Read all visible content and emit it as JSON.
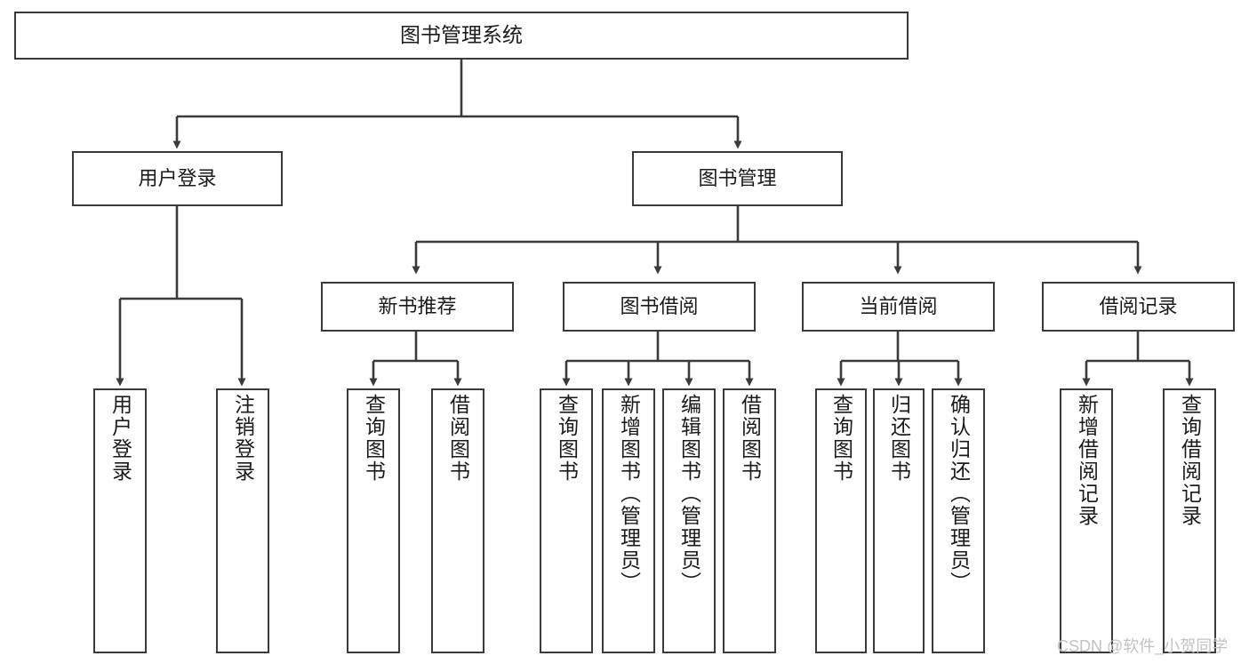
{
  "diagram": {
    "type": "tree-hierarchy-chart",
    "title": "图书管理系统",
    "style": {
      "box_border_color": "#3a3a3a",
      "box_fill_color": "#ffffff",
      "connector_color": "#3a3a3a",
      "text_color": "#1b1b1b",
      "background": "#ffffff"
    },
    "levels": [
      {
        "level": 0,
        "nodes": [
          {
            "id": "root",
            "label": "图书管理系统",
            "orientation": "horizontal"
          }
        ]
      },
      {
        "level": 1,
        "nodes": [
          {
            "id": "login",
            "label": "用户登录",
            "orientation": "horizontal",
            "parent": "root"
          },
          {
            "id": "bookmgmt",
            "label": "图书管理",
            "orientation": "horizontal",
            "parent": "root"
          }
        ]
      },
      {
        "level": 2,
        "nodes": [
          {
            "id": "newbook",
            "label": "新书推荐",
            "orientation": "horizontal",
            "parent": "bookmgmt"
          },
          {
            "id": "borrow",
            "label": "图书借阅",
            "orientation": "horizontal",
            "parent": "bookmgmt"
          },
          {
            "id": "current",
            "label": "当前借阅",
            "orientation": "horizontal",
            "parent": "bookmgmt"
          },
          {
            "id": "record",
            "label": "借阅记录",
            "orientation": "horizontal",
            "parent": "bookmgmt"
          }
        ]
      },
      {
        "level": 3,
        "nodes": [
          {
            "id": "leaf1",
            "label": "用户登录",
            "orientation": "vertical",
            "parent": "login"
          },
          {
            "id": "leaf2",
            "label": "注销登录",
            "orientation": "vertical",
            "parent": "login"
          },
          {
            "id": "leaf3",
            "label": "查询图书",
            "orientation": "vertical",
            "parent": "newbook"
          },
          {
            "id": "leaf4",
            "label": "借阅图书",
            "orientation": "vertical",
            "parent": "newbook"
          },
          {
            "id": "leaf5",
            "label": "查询图书",
            "orientation": "vertical",
            "parent": "borrow"
          },
          {
            "id": "leaf6",
            "label": "新增图书（管理员）",
            "orientation": "vertical",
            "parent": "borrow"
          },
          {
            "id": "leaf7",
            "label": "编辑图书（管理员）",
            "orientation": "vertical",
            "parent": "borrow"
          },
          {
            "id": "leaf8",
            "label": "借阅图书",
            "orientation": "vertical",
            "parent": "borrow"
          },
          {
            "id": "leaf9",
            "label": "查询图书",
            "orientation": "vertical",
            "parent": "current"
          },
          {
            "id": "leaf10",
            "label": "归还图书",
            "orientation": "vertical",
            "parent": "current"
          },
          {
            "id": "leaf11",
            "label": "确认归还（管理员）",
            "orientation": "vertical",
            "parent": "current"
          },
          {
            "id": "leaf12",
            "label": "新增借阅记录",
            "orientation": "vertical",
            "parent": "record"
          },
          {
            "id": "leaf13",
            "label": "查询借阅记录",
            "orientation": "vertical",
            "parent": "record"
          }
        ]
      }
    ]
  },
  "watermark": {
    "text": "CSDN @软件_小贺同学"
  }
}
